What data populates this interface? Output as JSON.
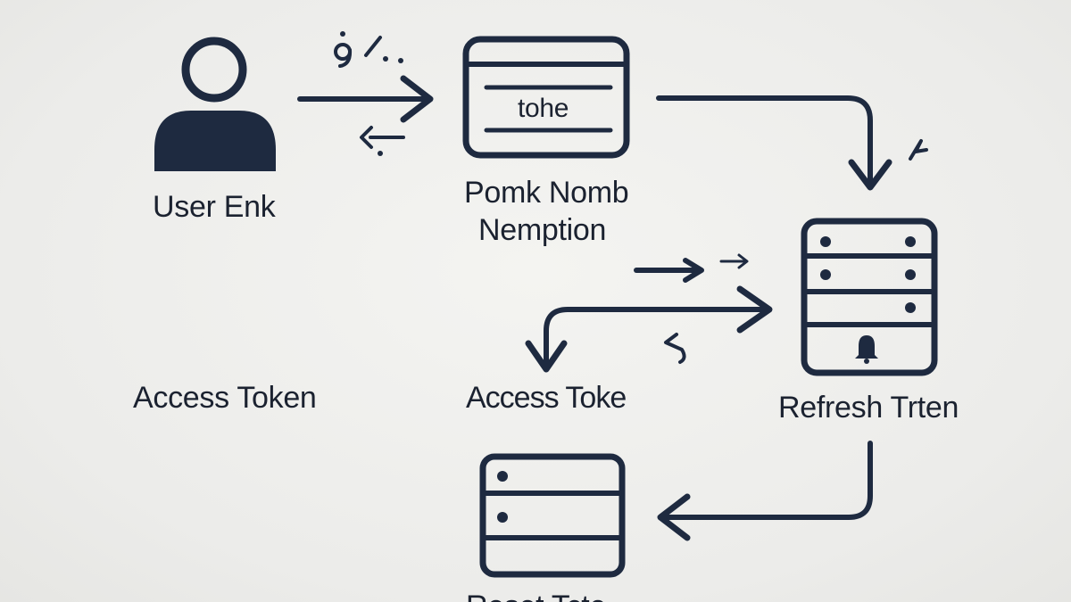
{
  "colors": {
    "ink": "#1e2a40",
    "text": "#1b2230",
    "background": "#efefec"
  },
  "nodes": {
    "user": {
      "label": "User Enk",
      "icon": "user-icon"
    },
    "form": {
      "label_line1": "Pomk Nomb",
      "label_line2": "Nemption",
      "field_text": "tohe",
      "icon": "form-window-icon"
    },
    "server_right": {
      "label": "Refresh Trten",
      "icon": "server-rack-icon",
      "badge_icon": "bell-icon"
    },
    "access_token_center": {
      "label": "Access Toke"
    },
    "access_token_left": {
      "label": "Access Token"
    },
    "server_bottom": {
      "label": "Reset Tcte",
      "icon": "server-rack-icon"
    }
  },
  "glyphs": {
    "top_scribble": "ộ ⁄·.",
    "back_scribble": "⸝-·",
    "small_arrow": "→",
    "curl_right": "ᐟ",
    "curl_center": "ʕ"
  }
}
